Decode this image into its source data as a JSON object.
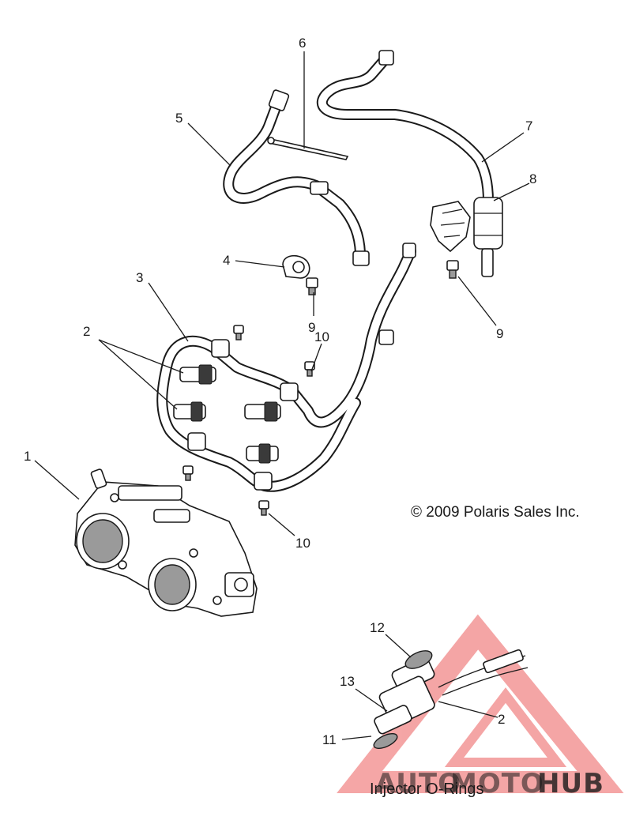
{
  "diagram": {
    "callouts": [
      "1",
      "2",
      "3",
      "4",
      "5",
      "6",
      "7",
      "8",
      "9",
      "9",
      "10",
      "10",
      "11",
      "12",
      "13",
      "2"
    ],
    "copyright": "© 2009 Polaris Sales Inc.",
    "caption": "Injector O-Rings"
  },
  "watermark": {
    "brand_part1": "AUTO",
    "brand_part2": "MOTO",
    "brand_part3": "HUB",
    "color_primary": "#f08c8c",
    "color_secondary": "#f5c27a",
    "color_dark": "#5a5a5a"
  }
}
